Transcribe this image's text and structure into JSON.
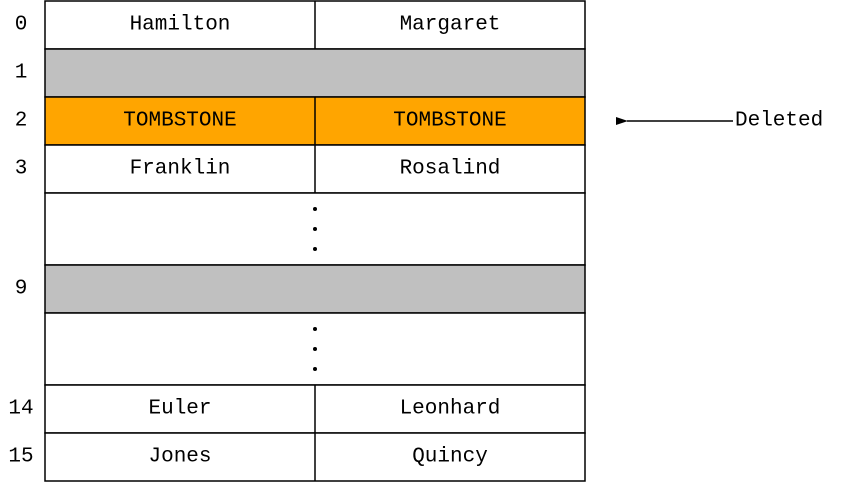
{
  "rows": [
    {
      "index": "0",
      "kind": "entry",
      "left": "Hamilton",
      "right": "Margaret"
    },
    {
      "index": "1",
      "kind": "empty"
    },
    {
      "index": "2",
      "kind": "tombstone",
      "left": "TOMBSTONE",
      "right": "TOMBSTONE"
    },
    {
      "index": "3",
      "kind": "entry",
      "left": "Franklin",
      "right": "Rosalind"
    },
    {
      "index": "",
      "kind": "ellipsis"
    },
    {
      "index": "9",
      "kind": "empty"
    },
    {
      "index": "",
      "kind": "ellipsis"
    },
    {
      "index": "14",
      "kind": "entry",
      "left": "Euler",
      "right": "Leonhard"
    },
    {
      "index": "15",
      "kind": "entry",
      "left": "Jones",
      "right": "Quincy"
    }
  ],
  "annotation": {
    "label": "Deleted",
    "target_row": 2
  },
  "colors": {
    "empty": "#c0c0c0",
    "tombstone": "#ffa500",
    "entry": "#ffffff",
    "line": "#000000"
  }
}
